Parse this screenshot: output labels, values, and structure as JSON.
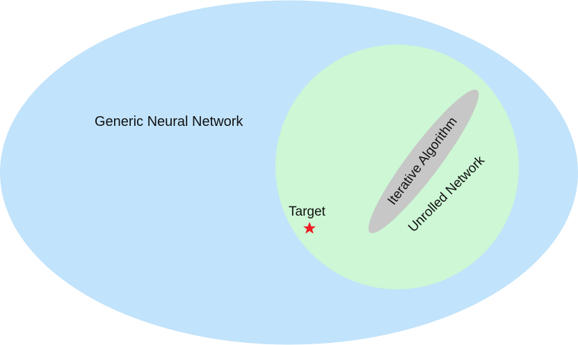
{
  "diagram": {
    "outer_label": "Generic Neural Network",
    "middle_label": "Unrolled Network",
    "inner_label": "Iterative Algorithm",
    "target_label": "Target"
  },
  "colors": {
    "outer_fill": "#c1e3fb",
    "middle_fill": "#cdf7d5",
    "inner_fill": "#c7c7c7",
    "star": "#ee1c24"
  }
}
